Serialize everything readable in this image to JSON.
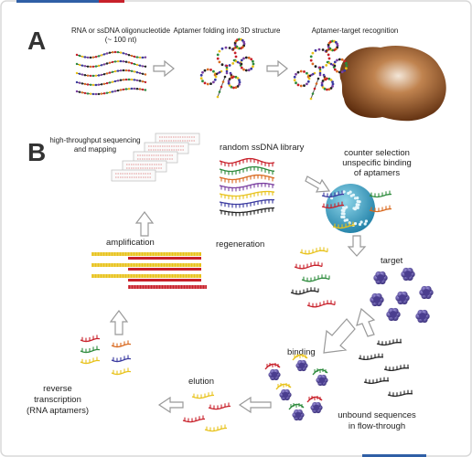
{
  "panel_a": {
    "letter": "A",
    "step1_line1": "RNA or ssDNA oligonucleotide",
    "step1_line2": "(~ 100 nt)",
    "step2": "Aptamer folding into 3D structure",
    "step3": "Aptamer-target recognition"
  },
  "panel_b": {
    "letter": "B",
    "hts_line1": "high-throughput sequencing",
    "hts_line2": "and mapping",
    "library": "random ssDNA library",
    "counter_line1": "counter selection",
    "counter_line2": "unspecific binding",
    "counter_line3": "of aptamers",
    "amplification": "amplification",
    "regeneration": "regeneration",
    "target": "target",
    "binding": "binding",
    "elution": "elution",
    "rt_line1": "reverse",
    "rt_line2": "transcription",
    "rt_line3": "(RNA aptamers)",
    "unbound_line1": "unbound sequences",
    "unbound_line2": "in flow-through"
  },
  "colors": {
    "frame_top_left": "#2f5fa6",
    "frame_top_right": "#c8202a",
    "arrow_fill": "#ffffff",
    "arrow_stroke": "#9a9a9a",
    "target_blob": "#7a3d17",
    "bead": "#3aa7c9",
    "strand_colors": [
      "#c8202a",
      "#2e8b3d",
      "#e8c21a",
      "#3a3aa0",
      "#7a3fa0",
      "#222222",
      "#d96a20"
    ],
    "target_protein": "#4a3d8f"
  }
}
